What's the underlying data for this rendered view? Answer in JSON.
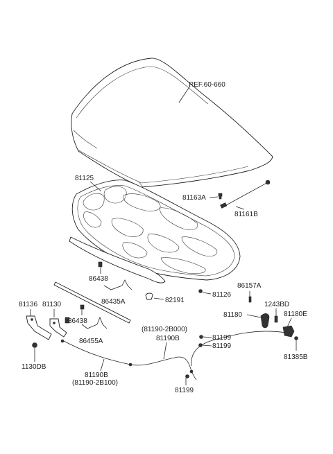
{
  "labels": {
    "ref": "REF.60-660",
    "p81125": "81125",
    "p81163a": "81163A",
    "p81161b": "81161B",
    "p86438_top": "86438",
    "p86435a": "86435A",
    "p82191": "82191",
    "p81126": "81126",
    "p86157a": "86157A",
    "p81136": "81136",
    "p81130": "81130",
    "p86438_bottom": "86438",
    "p86455a": "86455A",
    "p1130db": "1130DB",
    "p81190_top_paren": "(81190-2B000)",
    "p81190b_top": "81190B",
    "p81180": "81180",
    "p1243bd": "1243BD",
    "p81180e": "81180E",
    "p81199_a": "81199",
    "p81199_b": "81199",
    "p81385b": "81385B",
    "p81190b_bottom": "81190B",
    "p81190_bottom_paren": "(81190-2B100)",
    "p81199_c": "81199"
  }
}
